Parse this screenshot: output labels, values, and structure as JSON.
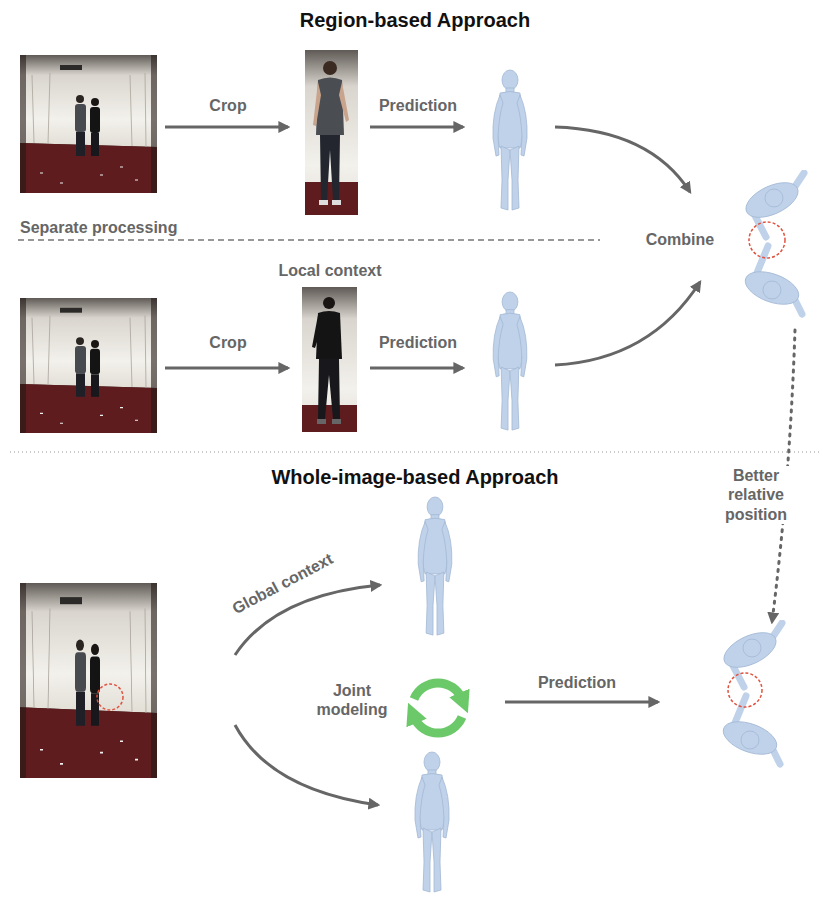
{
  "diagram": {
    "labels": [
      "Region-based Approach",
      "Crop",
      "Prediction",
      "Separate processing",
      "Combine",
      "Local context",
      "Crop",
      "Prediction",
      "Better relative position",
      "Whole-image-based Approach",
      "Global context",
      "Joint modeling",
      "Prediction"
    ]
  }
}
